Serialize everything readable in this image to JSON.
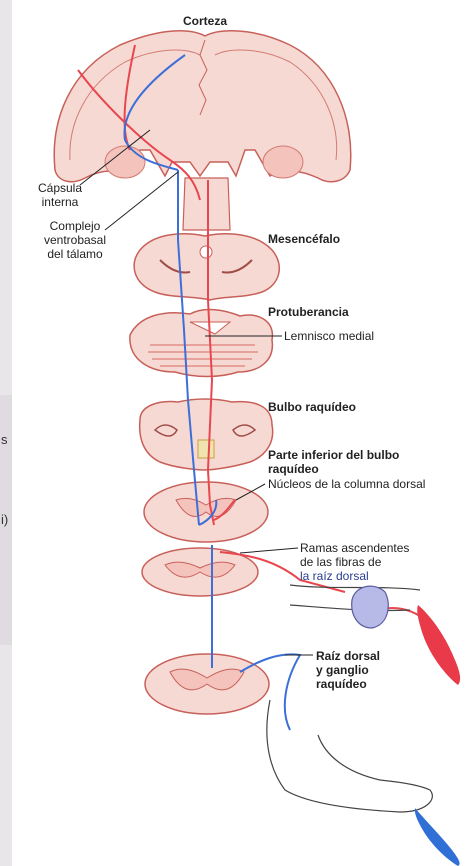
{
  "labels": {
    "corteza": "Corteza",
    "capsula": "Cápsula\ninterna",
    "complejo": "Complejo\nventrobasal\ndel tálamo",
    "mesencefalo": "Mesencéfalo",
    "protuberancia": "Protuberancia",
    "lemnisco": "Lemnisco medial",
    "bulbo": "Bulbo raquídeo",
    "parte_inferior": "Parte inferior del bulbo\nraquídeo",
    "nucleos": "Núcleos de la columna dorsal",
    "ramas": "Ramas ascendentes\nde las fibras de",
    "raiz_dorsal_fibras": "la raíz dorsal",
    "raiz_ganglio": "Raíz dorsal\ny ganglio\nraquídeo"
  },
  "edge_fragments": {
    "s": "s",
    "i": "i)"
  },
  "colors": {
    "tissue_fill": "#f7d9d3",
    "tissue_stroke": "#c8605a",
    "pathway_blue": "#3d6fd8",
    "pathway_red": "#e8474f",
    "feather_red": "#e83a48",
    "feather_blue": "#2f6fd6",
    "receptor_lilac": "#b7b9e6"
  }
}
